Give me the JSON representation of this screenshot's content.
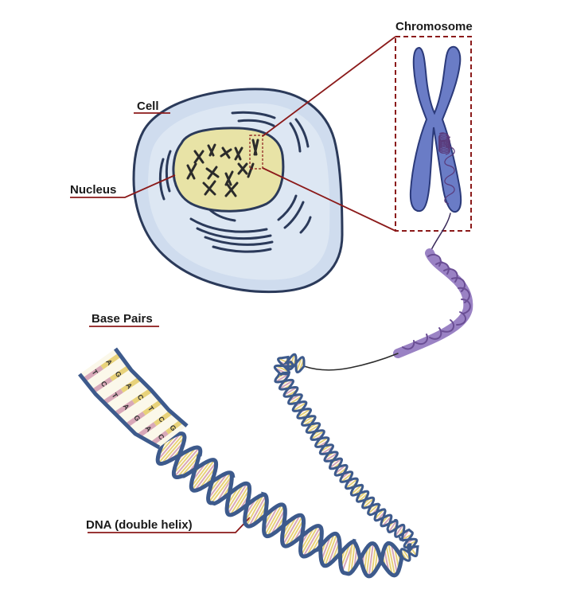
{
  "labels": {
    "chromosome": "Chromosome",
    "cell": "Cell",
    "nucleus": "Nucleus",
    "base_pairs": "Base Pairs",
    "dna": "DNA (double helix)"
  },
  "base_letters": [
    [
      "T",
      "A"
    ],
    [
      "C",
      "G"
    ],
    [
      "T",
      "A"
    ],
    [
      "A",
      "C"
    ],
    [
      "G",
      "T"
    ],
    [
      "A",
      "C"
    ],
    [
      "C",
      "G"
    ]
  ],
  "colors": {
    "cell_fill": "#cfdcee",
    "cell_stroke": "#2b3a5a",
    "nucleus_fill": "#e8e3a6",
    "chromosome_fill": "#6a7cc6",
    "coil_color": "#9a82c4",
    "leader_line": "#8b1a1a",
    "strand": "#3d5a8c",
    "rung_yellow": "#e8d27a",
    "rung_pink": "#d8a8b8"
  }
}
